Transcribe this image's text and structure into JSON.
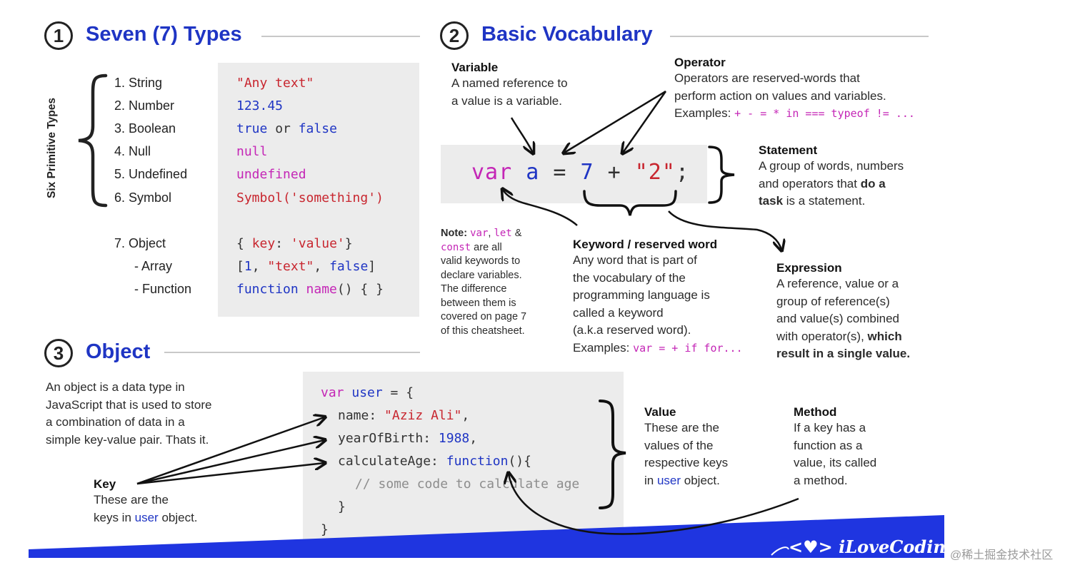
{
  "sections": {
    "types": {
      "number": "1",
      "title": "Seven (7) Types"
    },
    "vocab": {
      "number": "2",
      "title": "Basic Vocabulary"
    },
    "object": {
      "number": "3",
      "title": "Object"
    }
  },
  "types": {
    "group_label": "Six Primitive Types",
    "items": [
      {
        "name": "1.  String"
      },
      {
        "name": "2.  Number"
      },
      {
        "name": "3.  Boolean"
      },
      {
        "name": "4.  Null"
      },
      {
        "name": "5.  Undefined"
      },
      {
        "name": "6.  Symbol"
      },
      {
        "name": "7.  Object"
      },
      {
        "name": "- Array"
      },
      {
        "name": "- Function"
      }
    ],
    "examples": {
      "string": "\"Any text\"",
      "number": "123.45",
      "bool_true": "true",
      "bool_or": " or ",
      "bool_false": "false",
      "null": "null",
      "undefined": "undefined",
      "symbol": "Symbol('something')",
      "object_open": "{ ",
      "object_key": "key",
      "object_colon": ": ",
      "object_val": "'value'",
      "object_close": "}",
      "array_open": "[",
      "array_1": "1",
      "array_sep1": ", ",
      "array_text": "\"text\"",
      "array_sep2": ", ",
      "array_false": "false",
      "array_close": "]",
      "func_kw": "function",
      "func_name": " name",
      "func_rest": "() { }"
    }
  },
  "vocab": {
    "statement_code": {
      "var": "var",
      "a": " a",
      "eq": " = ",
      "seven": "7",
      "plus": " + ",
      "two": "\"2\"",
      "semi": ";"
    },
    "variable": {
      "title": "Variable",
      "line1": "A named reference to",
      "line2": "a value is a variable."
    },
    "operator": {
      "title": "Operator",
      "line1": "Operators are reserved-words that",
      "line2": "perform action on values and variables.",
      "examples_label": "Examples: ",
      "examples": "+ - = * in === typeof != ..."
    },
    "statement": {
      "title": "Statement",
      "line1": "A group of words, numbers",
      "line2a": "and operators that ",
      "line2b": "do a",
      "line3a": "task",
      "line3b": " is a statement."
    },
    "note": {
      "label": "Note:",
      "kw1": "var",
      "sep1": ", ",
      "kw2": "let",
      "sep2": " &",
      "kw3": "const",
      "rest1": " are all",
      "line3": "valid keywords to",
      "line4": "declare variables.",
      "line5": "The difference",
      "line6": "between them is",
      "line7": "covered on page 7",
      "line8": "of this cheatsheet."
    },
    "keyword": {
      "title": "Keyword / reserved word",
      "line1": "Any word that is part of",
      "line2": "the vocabulary of the",
      "line3": "programming language is",
      "line4": "called a keyword",
      "line5": "(a.k.a reserved word).",
      "examples_label": "Examples: ",
      "examples": "var = + if for..."
    },
    "expression": {
      "title": "Expression",
      "line1": "A reference, value or a",
      "line2": "group of reference(s)",
      "line3": "and value(s) combined",
      "line4a": "with operator(s), ",
      "line4b": "which",
      "line5": "result in a single value."
    }
  },
  "object": {
    "description": [
      "An object is a data type in",
      "JavaScript that is used to store",
      "a combination of data in a",
      "simple key-value pair. Thats it."
    ],
    "code": {
      "l1_kw": "var",
      "l1_name": " user",
      "l1_rest": " = {",
      "l2_key": "name",
      "l2_colon": ": ",
      "l2_val": "\"Aziz Ali\"",
      "l2_end": ",",
      "l3_key": "yearOfBirth",
      "l3_colon": ": ",
      "l3_val": "1988",
      "l3_end": ",",
      "l4_key": "calculateAge",
      "l4_colon": ": ",
      "l4_fn": "function",
      "l4_rest": "(){",
      "l5_comment": "// some code to calculate age",
      "l6": "}",
      "l7": "}"
    },
    "key": {
      "title": "Key",
      "line1": "These are the",
      "line2a": "keys in ",
      "line2b": "user",
      "line2c": " object."
    },
    "value": {
      "title": "Value",
      "line1": "These are the",
      "line2": "values of the",
      "line3": "respective keys",
      "line4a": "in ",
      "line4b": "user",
      "line4c": " object."
    },
    "method": {
      "title": "Method",
      "line1": "If a key has a",
      "line2": "function as a",
      "line3": "value, its called",
      "line4": "a method."
    }
  },
  "footer": {
    "logo": "iLoveCoding",
    "watermark": "@稀土掘金技术社区"
  },
  "colors": {
    "heading_blue": "#1f35c4",
    "string_red": "#c8262f",
    "keyword_magenta": "#c426b6",
    "code_bg": "#ececec",
    "band_blue": "#1f35e0"
  }
}
